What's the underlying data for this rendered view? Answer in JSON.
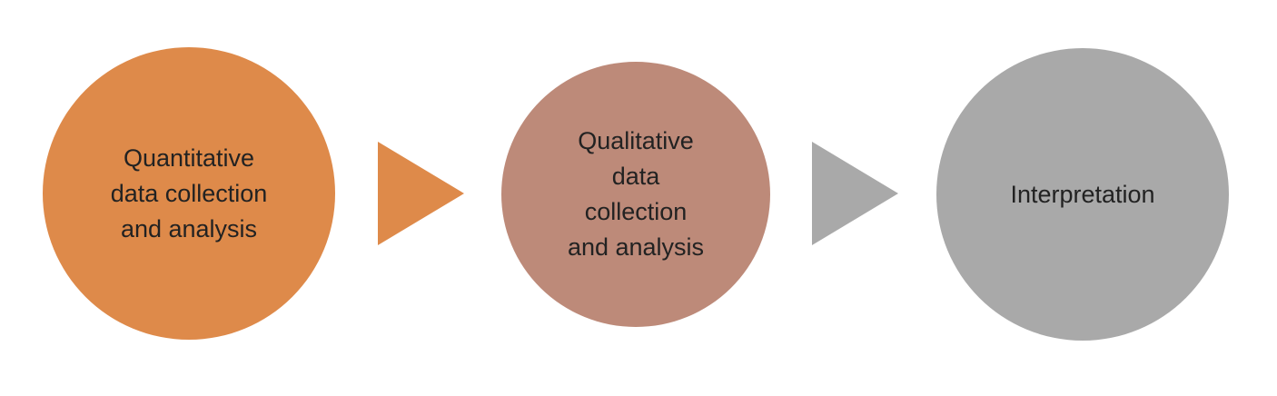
{
  "steps": [
    {
      "label": "Quantitative\ndata collection\nand analysis",
      "color": "#de8a4a"
    },
    {
      "label": "Qualitative\ndata\ncollection\nand analysis",
      "color": "#bd8a79"
    },
    {
      "label": "Interpretation",
      "color": "#a9a9a9"
    }
  ],
  "arrows": [
    {
      "color": "#de8a4a"
    },
    {
      "color": "#a9a9a9"
    }
  ]
}
